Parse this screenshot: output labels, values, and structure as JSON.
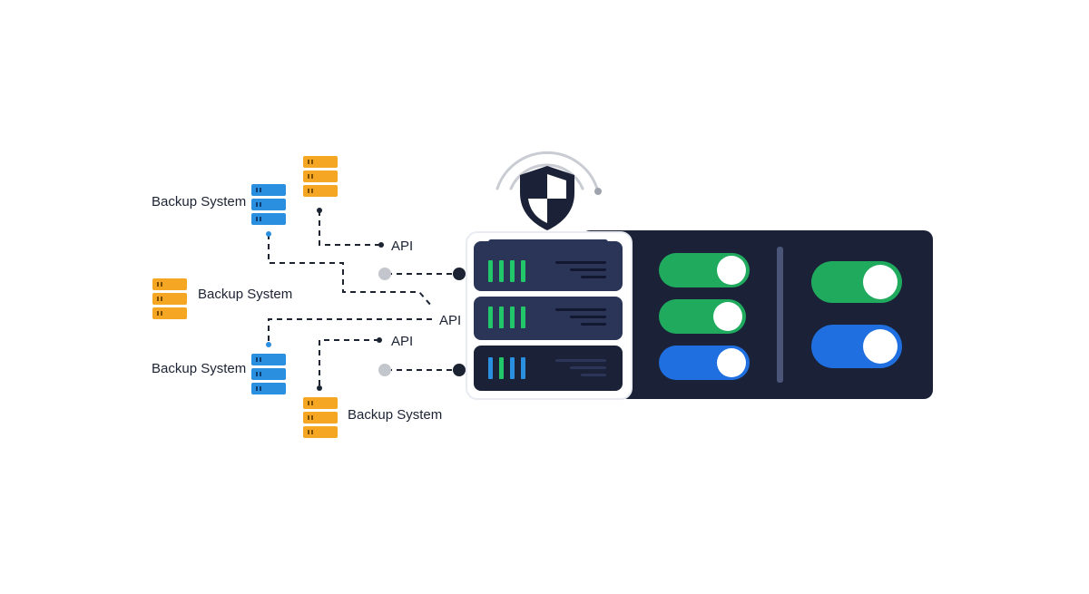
{
  "labels": {
    "backup_1": "Backup System",
    "backup_2": "Backup System",
    "backup_3": "Backup System",
    "backup_4": "Backup System",
    "api_1": "API",
    "api_2": "API",
    "api_3": "API"
  },
  "toggles": {
    "left_column": [
      {
        "name": "toggle-1",
        "state": "on",
        "color": "#1faa5e"
      },
      {
        "name": "toggle-2",
        "state": "on",
        "color": "#1faa5e"
      },
      {
        "name": "toggle-3",
        "state": "on",
        "color": "#1f6fe0"
      }
    ],
    "right_column": [
      {
        "name": "toggle-4",
        "state": "on",
        "color": "#1faa5e"
      },
      {
        "name": "toggle-5",
        "state": "on",
        "color": "#1f6fe0"
      }
    ]
  },
  "colors": {
    "server_dark": "#212a45",
    "server_unit": "#2b3558",
    "panel": "#1b2238",
    "orange": "#f5a623",
    "blue": "#2b8fe0",
    "led_green": "#22c76a",
    "led_blue": "#2b8fe0"
  },
  "icons": {
    "shield": "shield-icon",
    "server_stack": "server-stack-icon",
    "database": "database-icon"
  }
}
